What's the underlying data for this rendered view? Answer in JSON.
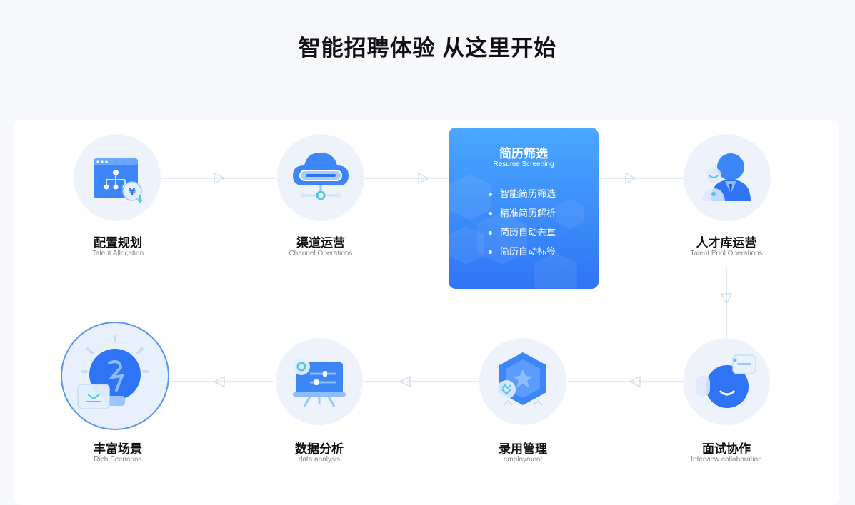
{
  "page_title": "智能招聘体验 从这里开始",
  "steps": [
    {
      "title": "配置规划",
      "subtitle": "Talent Allocation",
      "icon": "org-chart-icon"
    },
    {
      "title": "渠道运营",
      "subtitle": "Channel Operations",
      "icon": "cloud-icon"
    },
    {
      "title": "简历筛选",
      "subtitle": "Resume Screening",
      "icon": "resume-icon"
    },
    {
      "title": "人才库运营",
      "subtitle": "Talent Pool Operations",
      "icon": "person-icon"
    },
    {
      "title": "面试协作",
      "subtitle": "Interview collaboration",
      "icon": "chat-bubble-icon"
    },
    {
      "title": "录用管理",
      "subtitle": "employment",
      "icon": "hexagon-badge-icon"
    },
    {
      "title": "数据分析",
      "subtitle": "data analysis",
      "icon": "presentation-board-icon"
    },
    {
      "title": "丰富场景",
      "subtitle": "Rich Scenarios",
      "icon": "lightbulb-icon"
    }
  ],
  "active_card": {
    "title": "简历筛选",
    "subtitle": "Resume Screening",
    "features": [
      "智能简历筛选",
      "精准简历解析",
      "简历自动去重",
      "简历自动标签"
    ]
  },
  "colors": {
    "accent": "#2f74f5",
    "accent_light": "#4aa8ff",
    "circle_bg": "#eef3fb",
    "connector": "#dbe6f5"
  }
}
